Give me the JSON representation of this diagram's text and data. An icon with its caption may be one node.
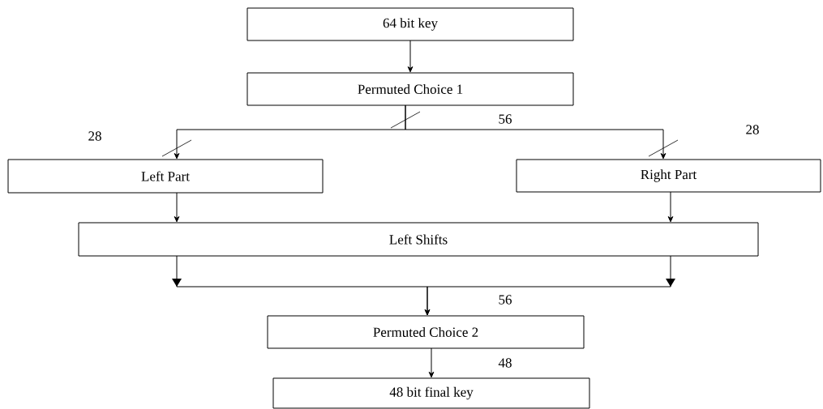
{
  "diagram": {
    "nodes": [
      {
        "text": [
          "64 bit key"
        ]
      },
      {
        "text": [
          "Permuted Choice 1"
        ]
      },
      {
        "text": [
          "Left Part"
        ]
      },
      {
        "text": [
          "Right Part"
        ]
      },
      {
        "text": [
          "Left Shifts"
        ]
      },
      {
        "text": [
          "Permuted Choice 2"
        ]
      },
      {
        "text": [
          "48 bit final key"
        ]
      }
    ],
    "edges": [
      {
        "from": 0,
        "to": 1,
        "arrow": "to"
      },
      {
        "from": 1,
        "to": 2,
        "arrow": "to"
      },
      {
        "from": 1,
        "to": 3,
        "arrow": "to"
      },
      {
        "from": 2,
        "to": 4,
        "arrow": "to"
      },
      {
        "from": 3,
        "to": 4,
        "arrow": "to"
      },
      {
        "from": 4,
        "to": 5,
        "arrow": "to"
      },
      {
        "from": 4,
        "to": 5,
        "arrow": "to"
      },
      {
        "from": 5,
        "to": 6,
        "arrow": "to",
        "label": "48"
      }
    ],
    "labels": [
      "28",
      "56",
      "28",
      "56"
    ]
  }
}
